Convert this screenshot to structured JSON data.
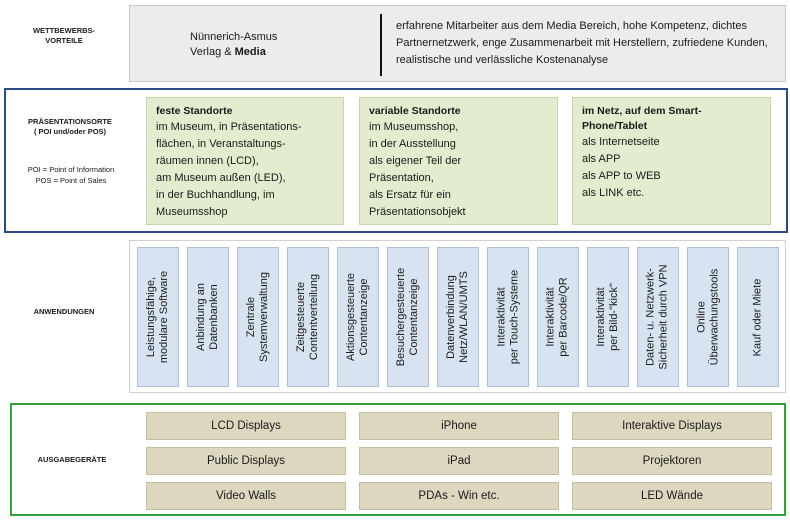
{
  "rows": {
    "competitive": {
      "label": "WETTBEWERBS-\nVORTEILE",
      "company_line1": "Nünnerich-Asmus",
      "company_line2_pre": "Verlag & ",
      "company_line2_bold": "Media",
      "description": "erfahrene Mitarbeiter aus dem Media Bereich, hohe Kompetenz, dichtes Partnernetzwerk, enge Zusammenarbeit mit Herstellern, zufriedene Kunden, realistische und verlässliche Kostenanalyse"
    },
    "locations": {
      "label": "PRÄSENTATIONSORTE\n( POI und/oder POS)",
      "note": "POI = Point of Information\nPOS = Point of Sales",
      "boxes": [
        {
          "heading": "feste Standorte",
          "lines": [
            "im Museum, in Präsentations-",
            "flächen, in Veranstaltungs-",
            "räumen innen (LCD),",
            "am Museum außen (LED),",
            "in der Buchhandlung, im",
            "Museumsshop"
          ]
        },
        {
          "heading": "variable Standorte",
          "lines": [
            "im Museumsshop,",
            "in der Ausstellung",
            "als eigener Teil der",
            "Präsentation,",
            "als Ersatz für ein",
            "Präsentationsobjekt"
          ]
        },
        {
          "heading": "im Netz, auf dem Smart-\nPhone/Tablet",
          "lines": [
            "als Internetseite",
            "als  APP",
            "als APP to WEB",
            "als LINK etc."
          ]
        }
      ]
    },
    "applications": {
      "label": "ANWENDUNGEN",
      "items": [
        "Leistungsfähige,\nmodulare Software",
        "Anbindung an\nDatenbanken",
        "Zentrale\nSystemverwaltung",
        "Zeitgesteuerte\nContentverteilung",
        "Aktionsgesteuerte\nContentanzeige",
        "Besuchergesteuerte\nContentanzeige",
        "Datenverbindung\nNetz/WLAN/UMTS",
        "Interaktivität\nper Touch-Systeme",
        "Interaktivität\nper Barcode/QR",
        "Interaktivität\nper Bild-\"kick\"",
        "Daten- u. Netzwerk-\nSicherheit durch VPN",
        "Online\nÜberwachungstools",
        "Kauf oder Miete"
      ]
    },
    "devices": {
      "label": "AUSGABEGERÄTE",
      "items": [
        [
          "LCD Displays",
          "iPhone",
          "Interaktive Displays"
        ],
        [
          "Public Displays",
          "iPad",
          "Projektoren"
        ],
        [
          "Video Walls",
          "PDAs - Win etc.",
          "LED Wände"
        ]
      ]
    }
  }
}
